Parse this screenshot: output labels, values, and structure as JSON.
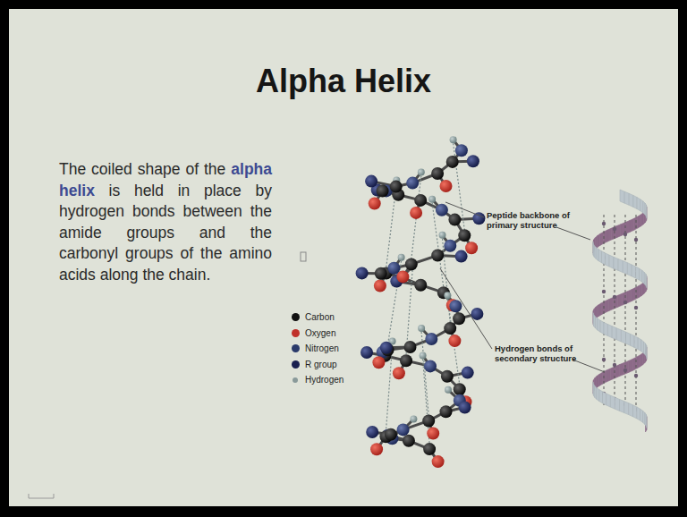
{
  "diagram": {
    "title": "Alpha Helix",
    "labels": [
      "The coiled shape of the",
      "alpha helix",
      "is held in place by hydrogen bonds between the amide groups and the carbonyl groups of the amino acids along the chain.",
      "Peptide backbone of primary structure",
      "Hydrogen bonds of secondary structure"
    ],
    "legend": [
      {
        "text": "Carbon",
        "color": "#111111"
      },
      {
        "text": "Oxygen",
        "color": "#c0302a"
      },
      {
        "text": "Nitrogen",
        "color": "#2a3a6a"
      },
      {
        "text": "R group",
        "color": "#1a2050"
      },
      {
        "text": "Hydrogen",
        "color": "#8a9a9a"
      }
    ]
  }
}
